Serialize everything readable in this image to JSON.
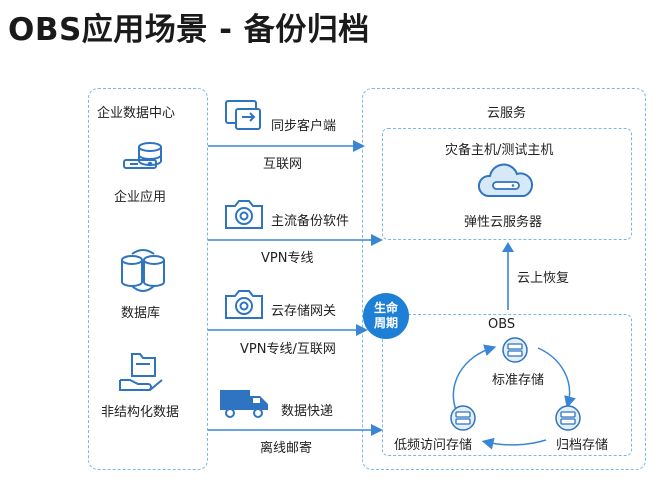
{
  "title": "OBS应用场景 - 备份归档",
  "left_panel": {
    "heading": "企业数据中心",
    "items": [
      {
        "label": "企业应用",
        "icon": "server-icon"
      },
      {
        "label": "数据库",
        "icon": "database-icon"
      },
      {
        "label": "非结构化数据",
        "icon": "folder-hand-icon"
      }
    ]
  },
  "channels": [
    {
      "tool": "同步客户端",
      "tool_icon": "sync-client-icon",
      "link": "互联网"
    },
    {
      "tool": "主流备份软件",
      "tool_icon": "camera-icon",
      "link": "VPN专线"
    },
    {
      "tool": "云存储网关",
      "tool_icon": "camera-icon",
      "link": "VPN专线/互联网"
    },
    {
      "tool": "数据快递",
      "tool_icon": "truck-icon",
      "link": "离线邮寄"
    }
  ],
  "cloud": {
    "heading": "云服务",
    "host_box": {
      "title": "灾备主机/测试主机",
      "label": "弹性云服务器",
      "icon": "cloud-server-icon"
    },
    "restore_label": "云上恢复",
    "lifecycle_badge": [
      "生命",
      "周期"
    ],
    "obs": {
      "title": "OBS",
      "tiers": [
        {
          "label": "标准存储",
          "icon": "storage-icon"
        },
        {
          "label": "低频访问存储",
          "icon": "storage-icon"
        },
        {
          "label": "归档存储",
          "icon": "storage-icon"
        }
      ]
    }
  },
  "colors": {
    "accent": "#2f74c0",
    "badge": "#1e7fd6",
    "dash": "#7fb6e6"
  }
}
